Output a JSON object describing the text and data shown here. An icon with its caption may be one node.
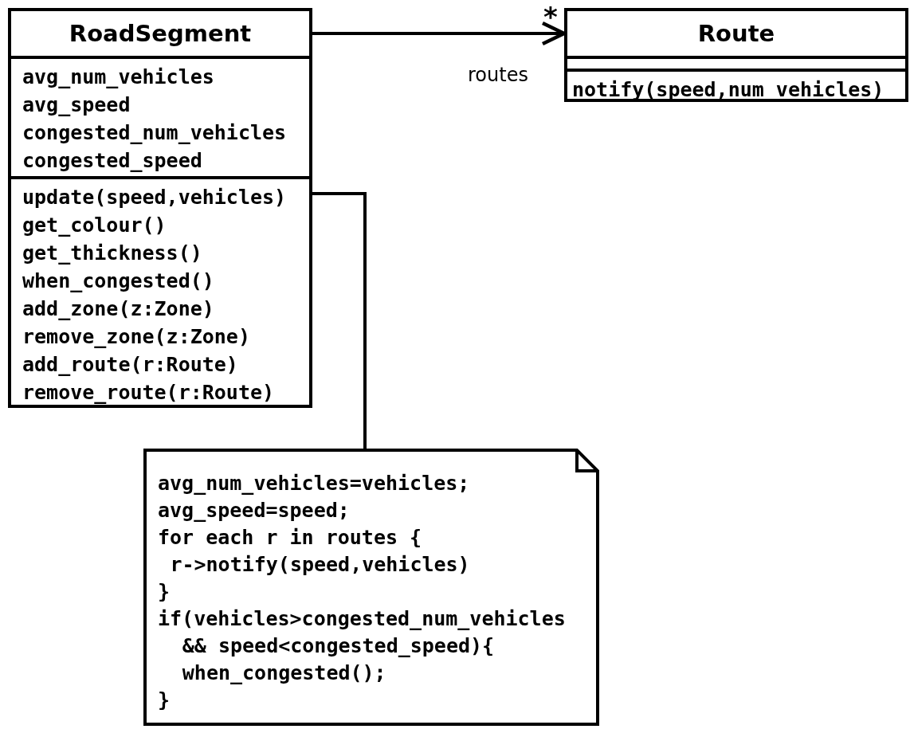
{
  "diagram": {
    "nodes": [
      {
        "text": [
          "RoadSegment",
          "avg_num_vehicles",
          "avg_speed",
          "congested_num_vehicles",
          "congested_speed",
          "update(speed,vehicles)",
          "get_colour()",
          "get_thickness()",
          "when_congested()",
          "add_zone(z:Zone)",
          "remove_zone(z:Zone)",
          "add_route(r:Route)",
          "remove_route(r:Route)"
        ]
      },
      {
        "text": [
          "Route",
          "notify(speed,num_vehicles)"
        ]
      },
      {
        "text": [
          "avg_num_vehicles=vehicles;",
          "avg_speed=speed;",
          "for each r in routes {",
          "r->notify(speed,vehicles)",
          "}",
          "if(vehicles>congested_num_vehicles",
          "&& speed<congested_speed){",
          "when_congested();",
          "}"
        ]
      }
    ],
    "edges": [
      {
        "from": 0,
        "to": 1,
        "arrow": "to",
        "label": "routes"
      },
      {
        "from": 2,
        "to": 0,
        "arrow": "none"
      }
    ],
    "labels": [
      "*"
    ]
  }
}
